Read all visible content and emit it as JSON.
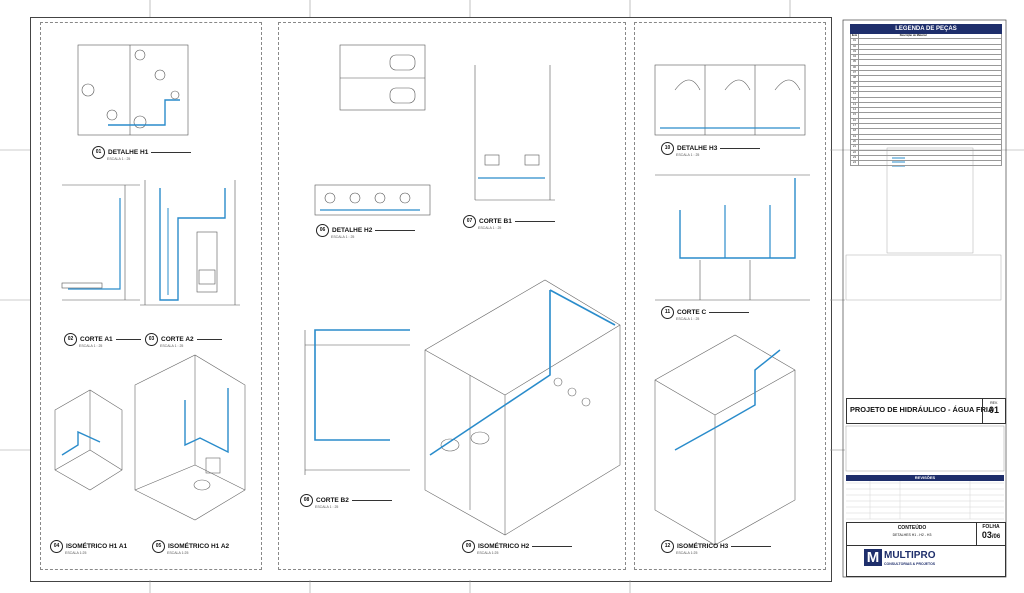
{
  "labels": {
    "d1": {
      "num": "01",
      "title": "DETALHE H1",
      "scale": "ESCALA        1 : 25"
    },
    "a1": {
      "num": "02",
      "title": "CORTE A1",
      "scale": "ESCALA        1 : 25"
    },
    "a2": {
      "num": "03",
      "title": "CORTE A2",
      "scale": "ESCALA        1 : 25"
    },
    "i1": {
      "num": "04",
      "title": "ISOMÉTRICO H1 A1",
      "scale": "ESCALA        1:25"
    },
    "i2": {
      "num": "05",
      "title": "ISOMÉTRICO H1 A2",
      "scale": "ESCALA        1:25"
    },
    "d2": {
      "num": "06",
      "title": "DETALHE H2",
      "scale": "ESCALA        1 : 25"
    },
    "b1": {
      "num": "07",
      "title": "CORTE B1",
      "scale": "ESCALA        1 : 25"
    },
    "b2": {
      "num": "08",
      "title": "CORTE B2",
      "scale": "ESCALA        1 : 25"
    },
    "ih2": {
      "num": "09",
      "title": "ISOMÉTRICO H2",
      "scale": "ESCALA        1:25"
    },
    "d3": {
      "num": "10",
      "title": "DETALHE H3",
      "scale": "ESCALA        1 : 25"
    },
    "c": {
      "num": "11",
      "title": "CORTE C",
      "scale": "ESCALA        1 : 25"
    },
    "ih3": {
      "num": "12",
      "title": "ISOMÉTRICO H3",
      "scale": "ESCALA        1:25"
    }
  },
  "legend": {
    "title": "LEGENDA DE PEÇAS",
    "header_item": "Item",
    "header_desc": "Descrição do Material",
    "rows": [
      "01",
      "02",
      "03",
      "04",
      "05",
      "06",
      "07",
      "08",
      "09",
      "10",
      "11",
      "12",
      "13",
      "14",
      "15",
      "16",
      "17",
      "18",
      "19",
      "20",
      "21",
      "22",
      "23",
      "24"
    ]
  },
  "project": {
    "title": "PROJETO DE HIDRÁULICO - ÁGUA FRIA",
    "rev_label": "REV.",
    "rev": "01"
  },
  "revisoes": {
    "title": "REVISÕES"
  },
  "conteudo": {
    "title": "CONTEÚDO",
    "subtitle": "DETALHES H1 - H2 - H3",
    "folha_label": "FOLHA",
    "folha": "03",
    "folha_total": "/06"
  },
  "company": {
    "logo_letter": "M",
    "name": "MULTIPRO",
    "sub": "CONSULTORIAS & PROJETOS"
  },
  "colors": {
    "pipe": "#2a8ccb",
    "brand": "#1e2e6b",
    "line": "#555555"
  }
}
